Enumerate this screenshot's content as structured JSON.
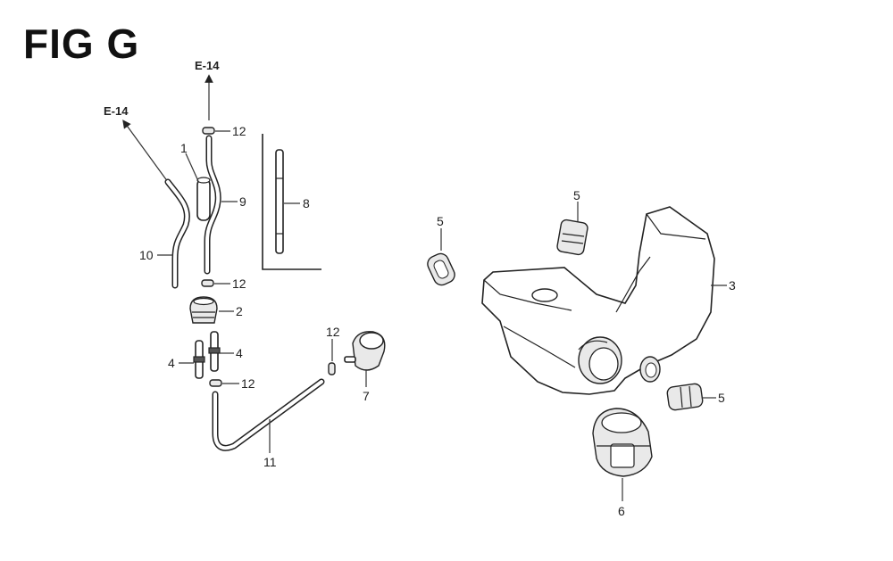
{
  "diagram": {
    "title": "FIG G",
    "refs": {
      "top": "E-14",
      "left": "E-14"
    },
    "callouts": {
      "c1": "1",
      "c2": "2",
      "c3": "3",
      "c4a": "4",
      "c4b": "4",
      "c5a": "5",
      "c5b": "5",
      "c5c": "5",
      "c6": "6",
      "c7": "7",
      "c8": "8",
      "c9": "9",
      "c10": "10",
      "c11": "11",
      "c12a": "12",
      "c12b": "12",
      "c12c": "12",
      "c12d": "12"
    }
  }
}
